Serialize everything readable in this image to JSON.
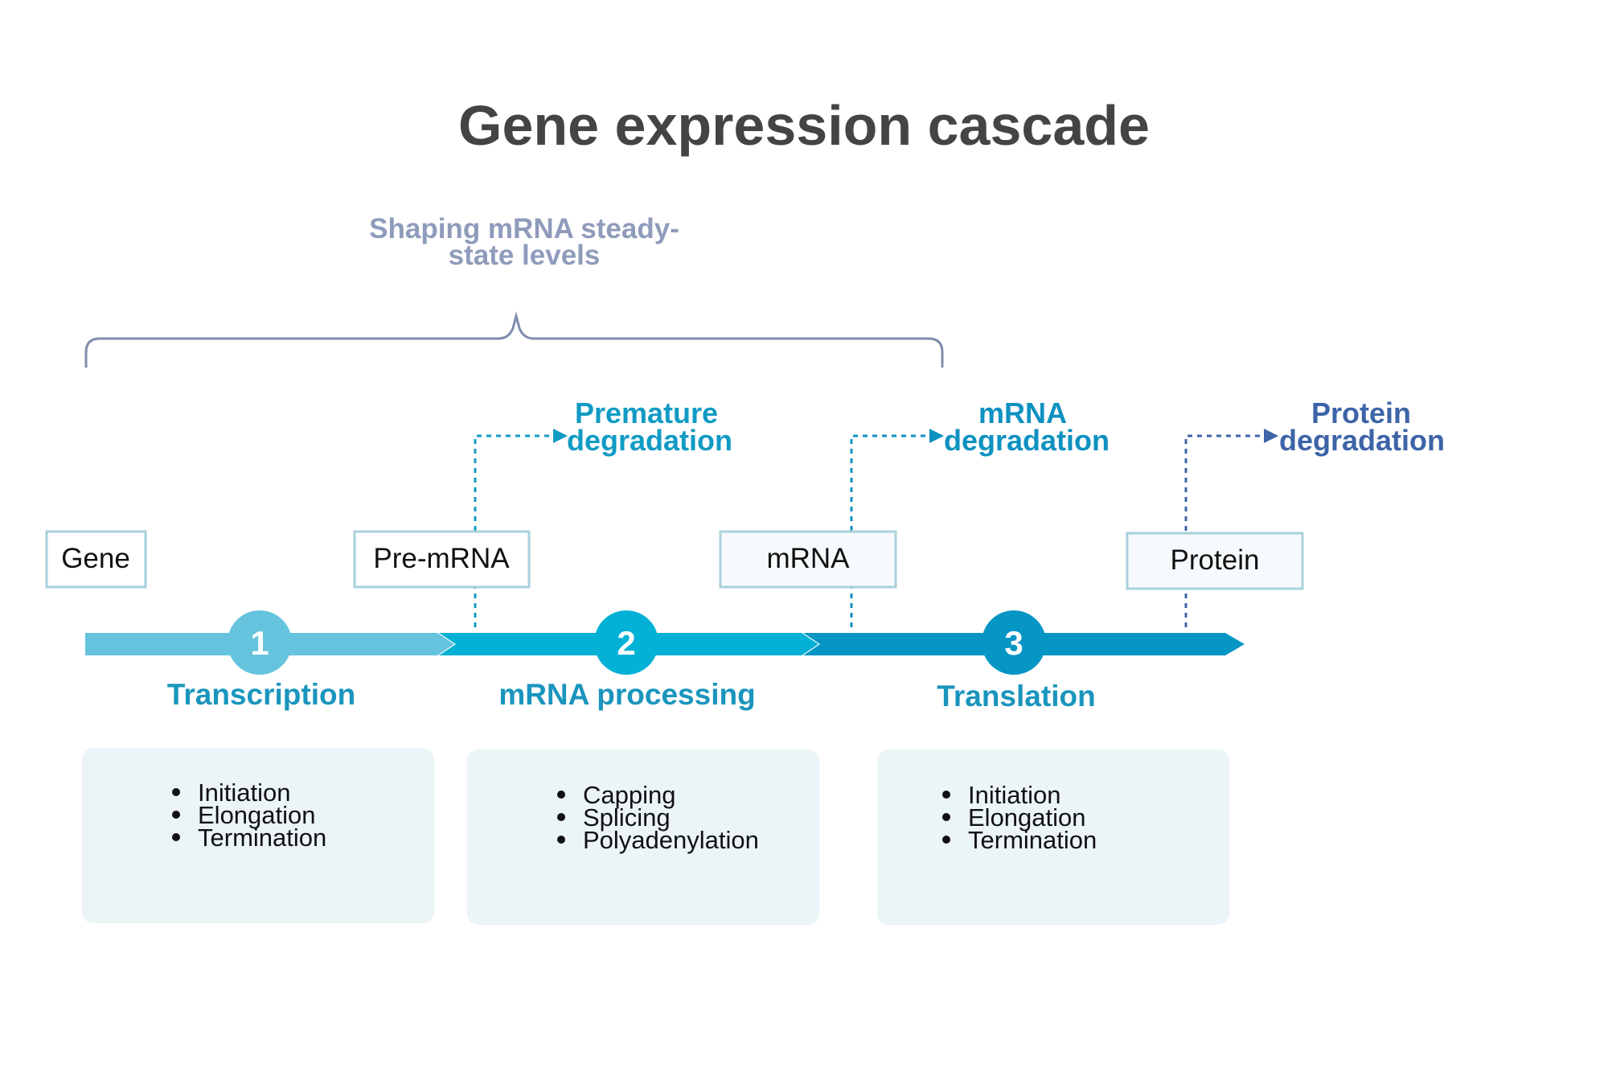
{
  "title": "Gene expression cascade",
  "bracket": {
    "label_line1": "Shaping mRNA steady-",
    "label_line2": "state levels"
  },
  "nodes": [
    {
      "label": "Gene"
    },
    {
      "label": "Pre-mRNA"
    },
    {
      "label": "mRNA"
    },
    {
      "label": "Protein"
    }
  ],
  "degradations": [
    {
      "line1": "Premature",
      "line2": "degradation"
    },
    {
      "line1": "mRNA",
      "line2": "degradation"
    },
    {
      "line1": "Protein",
      "line2": "degradation"
    }
  ],
  "steps": [
    {
      "number": "1",
      "label": "Transcription",
      "items": [
        "Initiation",
        "Elongation",
        "Termination"
      ]
    },
    {
      "number": "2",
      "label": "mRNA processing",
      "items": [
        "Capping",
        "Splicing",
        "Polyadenylation"
      ]
    },
    {
      "number": "3",
      "label": "Translation",
      "items": [
        "Initiation",
        "Elongation",
        "Termination"
      ]
    }
  ],
  "colors": {
    "segment1": "#66c3dd",
    "segment2": "#03b1d6",
    "segment3": "#0596c4",
    "bracket": "#7f8cae",
    "box_border": "#a9d0dc",
    "panel_bg": "#ebf4f7",
    "degradation1": "#119bc4",
    "degradation2": "#0d91c1",
    "degradation3": "#3d64a8"
  }
}
